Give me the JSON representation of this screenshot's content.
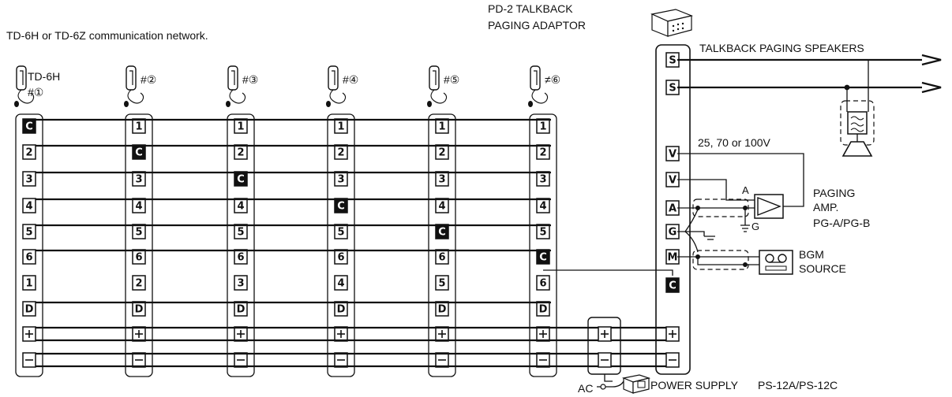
{
  "network_title": "TD-6H or TD-6Z communication network.",
  "adaptor_label_1": "PD-2 TALKBACK",
  "adaptor_label_2": "PAGING ADAPTOR",
  "speakers_label": "TALKBACK PAGING SPEAKERS",
  "voltage_label": "25, 70 or 100V",
  "amp_label_1": "PAGING",
  "amp_label_2": "AMP.",
  "amp_label_3": "PG-A/PG-B",
  "amp_input_label": "A",
  "ground_label": "G",
  "bgm_label_1": "BGM",
  "bgm_label_2": "SOURCE",
  "ac_label": "AC",
  "power_label": "POWER SUPPLY",
  "power_model": "PS-12A/PS-12C",
  "phones": [
    {
      "model": "TD-6H",
      "number": "#①"
    },
    {
      "model": "",
      "number": "#②"
    },
    {
      "model": "",
      "number": "#③"
    },
    {
      "model": "",
      "number": "#④"
    },
    {
      "model": "",
      "number": "#⑤"
    },
    {
      "model": "",
      "number": "≠⑥"
    }
  ],
  "station_terminals": [
    [
      "C",
      "2",
      "3",
      "4",
      "5",
      "6",
      "1",
      "D",
      "+",
      "−"
    ],
    [
      "1",
      "C",
      "3",
      "4",
      "5",
      "6",
      "2",
      "D",
      "+",
      "−"
    ],
    [
      "1",
      "2",
      "C",
      "4",
      "5",
      "6",
      "3",
      "D",
      "+",
      "−"
    ],
    [
      "1",
      "2",
      "3",
      "C",
      "5",
      "6",
      "4",
      "D",
      "+",
      "−"
    ],
    [
      "1",
      "2",
      "3",
      "4",
      "C",
      "6",
      "5",
      "D",
      "+",
      "−"
    ],
    [
      "1",
      "2",
      "3",
      "4",
      "5",
      "C",
      "6",
      "D",
      "+",
      "−"
    ]
  ],
  "power_terminals": [
    "+",
    "−"
  ],
  "adaptor_terminals": [
    "S",
    "S",
    "V",
    "V",
    "A",
    "G",
    "M",
    "C",
    "+",
    "−"
  ],
  "colors": {
    "ink": "#111111",
    "background": "#ffffff"
  }
}
